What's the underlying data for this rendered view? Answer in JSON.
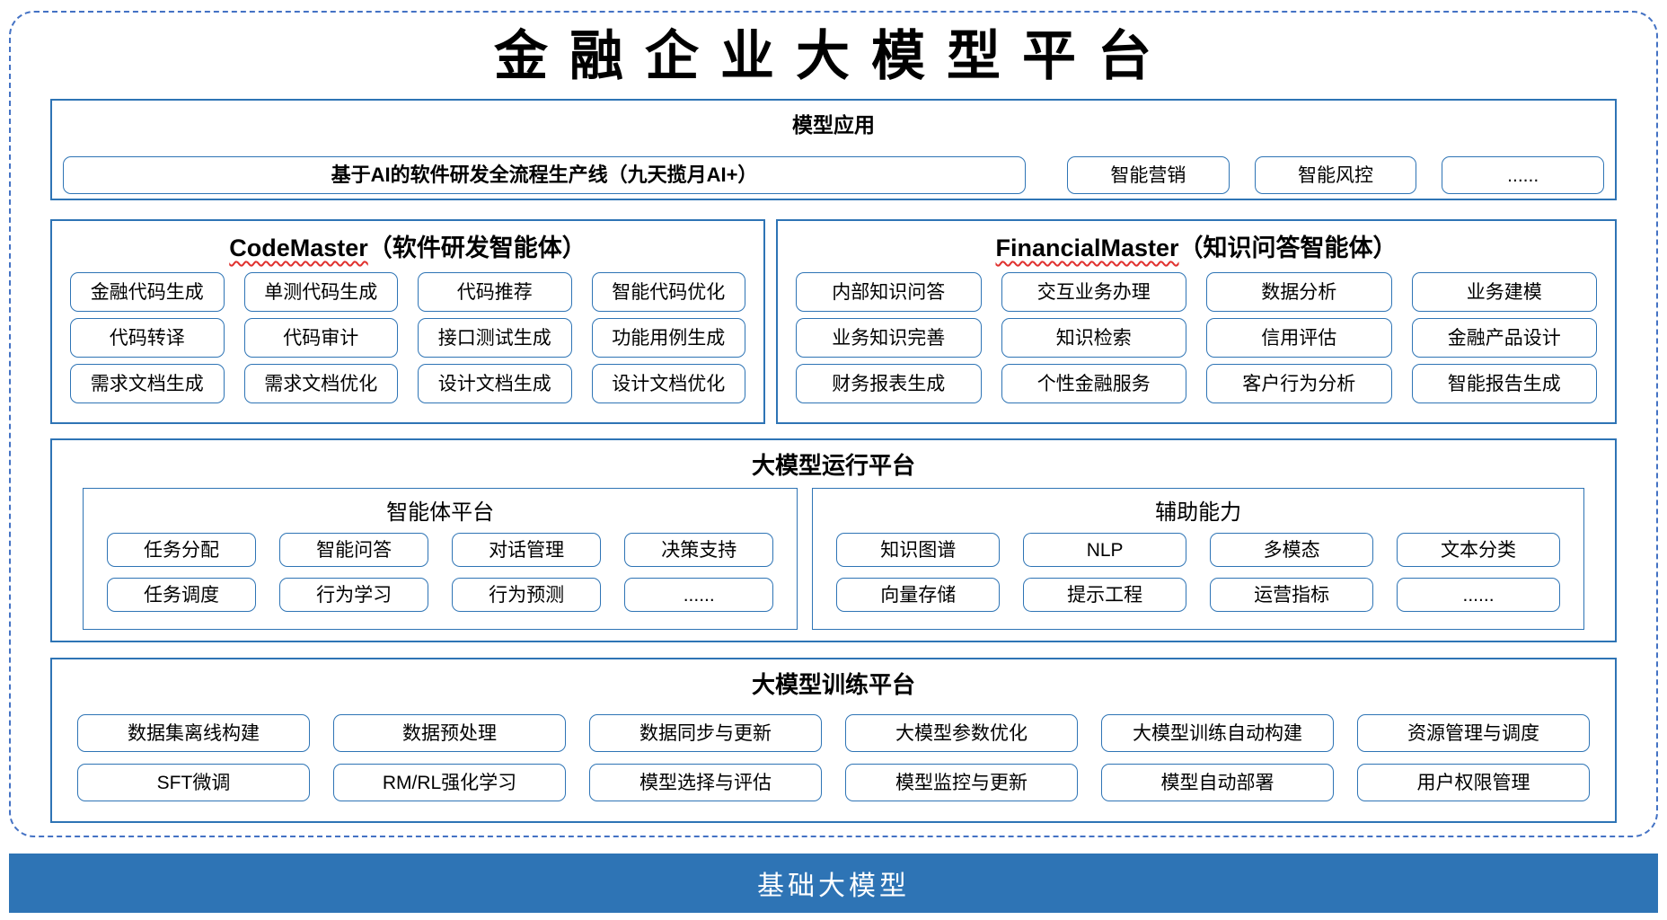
{
  "title": "金融企业大模型平台",
  "colors": {
    "section_border": "#2E74B5",
    "box_border": "#2E74B5",
    "dashed_frame": "#4472C4",
    "squiggle_red": "#E0312E",
    "base_bar_bg": "#2E74B5",
    "base_bar_text": "#FFFFFF"
  },
  "model_app": {
    "heading": "模型应用",
    "items": [
      "基于AI的软件研发全流程生产线（九天揽月AI+）",
      "智能营销",
      "智能风控",
      "......"
    ]
  },
  "code_master": {
    "heading_en": "CodeMaster",
    "heading_zh": "（软件研发智能体）",
    "items": [
      "金融代码生成",
      "单测代码生成",
      "代码推荐",
      "智能代码优化",
      "代码转译",
      "代码审计",
      "接口测试生成",
      "功能用例生成",
      "需求文档生成",
      "需求文档优化",
      "设计文档生成",
      "设计文档优化"
    ]
  },
  "financial_master": {
    "heading_en": "FinancialMaster",
    "heading_zh": "（知识问答智能体）",
    "items": [
      "内部知识问答",
      "交互业务办理",
      "数据分析",
      "业务建模",
      "业务知识完善",
      "知识检索",
      "信用评估",
      "金融产品设计",
      "财务报表生成",
      "个性金融服务",
      "客户行为分析",
      "智能报告生成"
    ]
  },
  "runtime": {
    "heading": "大模型运行平台",
    "agent_platform": {
      "heading": "智能体平台",
      "items": [
        "任务分配",
        "智能问答",
        "对话管理",
        "决策支持",
        "任务调度",
        "行为学习",
        "行为预测",
        "......"
      ]
    },
    "aux_ability": {
      "heading": "辅助能力",
      "items": [
        "知识图谱",
        "NLP",
        "多模态",
        "文本分类",
        "向量存储",
        "提示工程",
        "运营指标",
        "......"
      ]
    }
  },
  "training": {
    "heading": "大模型训练平台",
    "items": [
      "数据集离线构建",
      "数据预处理",
      "数据同步与更新",
      "大模型参数优化",
      "大模型训练自动构建",
      "资源管理与调度",
      "SFT微调",
      "RM/RL强化学习",
      "模型选择与评估",
      "模型监控与更新",
      "模型自动部署",
      "用户权限管理"
    ]
  },
  "base_model": {
    "label": "基础大模型"
  }
}
